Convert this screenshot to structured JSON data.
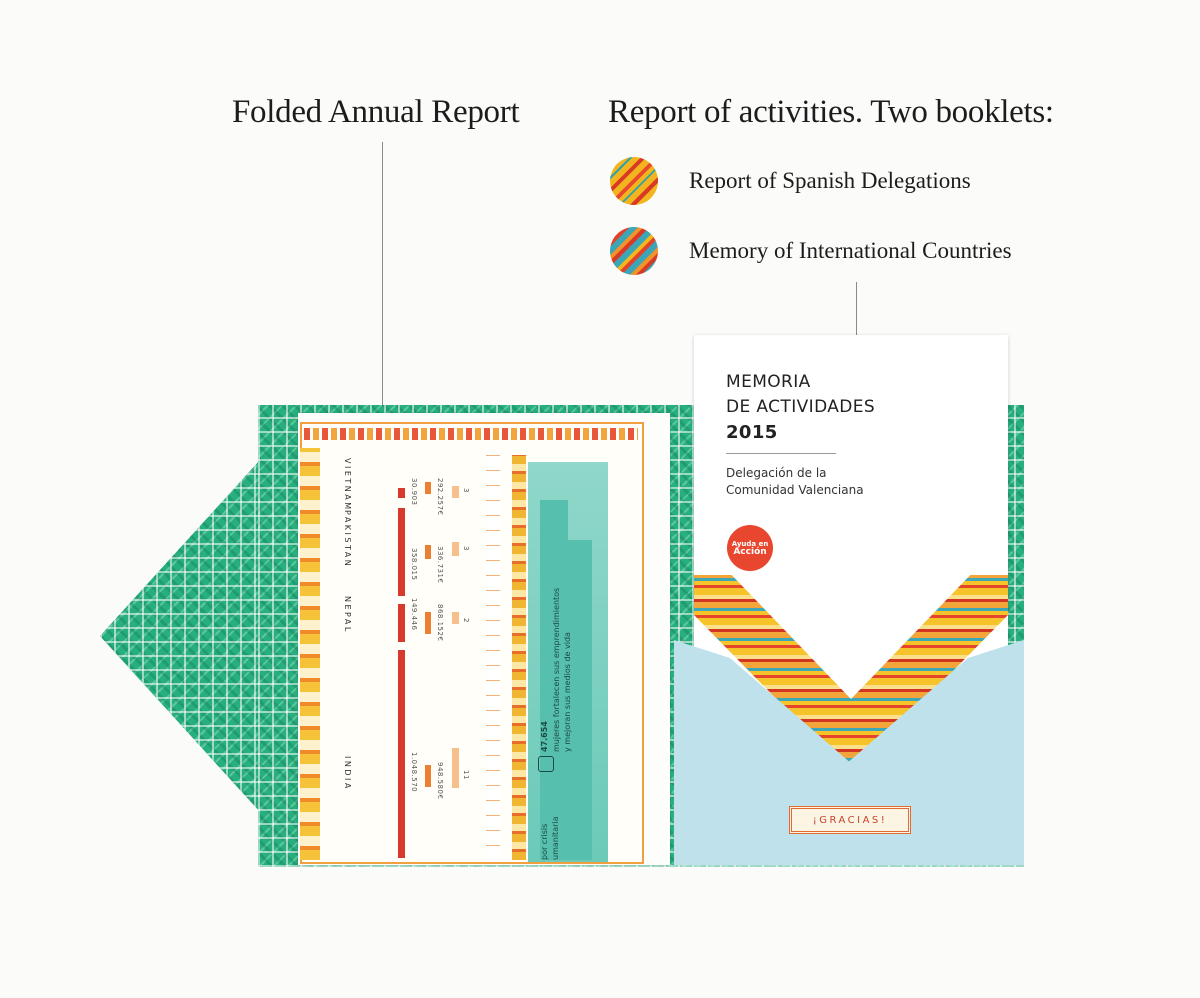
{
  "annotations": {
    "folded_label": "Folded Annual Report",
    "activities_label": "Report of activities. Two booklets:",
    "legend": [
      {
        "label": "Report of Spanish Delegations",
        "swatch": "orange-pattern-swatch"
      },
      {
        "label": "Memory of International Countries",
        "swatch": "teal-pattern-swatch"
      }
    ]
  },
  "annual_report": {
    "countries": [
      {
        "name": "VIETNAM",
        "value": "30.903",
        "amount": "292.257€",
        "count": "3"
      },
      {
        "name": "PAKISTAN",
        "value": "358.015",
        "amount": "336.731€",
        "count": "3"
      },
      {
        "name": "NEPAL",
        "value": "149.446",
        "amount": "868.152€",
        "count": "2"
      },
      {
        "name": "INDIA",
        "value": "1.048.570",
        "amount": "948.580€",
        "count": "11"
      }
    ],
    "stat_value": "47.654",
    "stat_text_1": "mujeres fortalecen sus emprendimientos",
    "stat_text_2": "y mejoran sus medios de vida",
    "footer_text_1": "por crisis",
    "footer_text_2": "umanitaria"
  },
  "booklet": {
    "title_line_1": "MEMORIA",
    "title_line_2": "DE ACTIVIDADES",
    "year": "2015",
    "subtitle_line_1": "Delegación de la",
    "subtitle_line_2": "Comunidad Valenciana",
    "logo_text_1": "Ayuda en",
    "logo_text_2": "Acción",
    "gracias": "¡GRACIAS!"
  },
  "colors": {
    "folder_green": "#27b07e",
    "pocket_blue": "#bee1ec",
    "accent_orange": "#e9462f",
    "bar_red": "#d7392d"
  }
}
